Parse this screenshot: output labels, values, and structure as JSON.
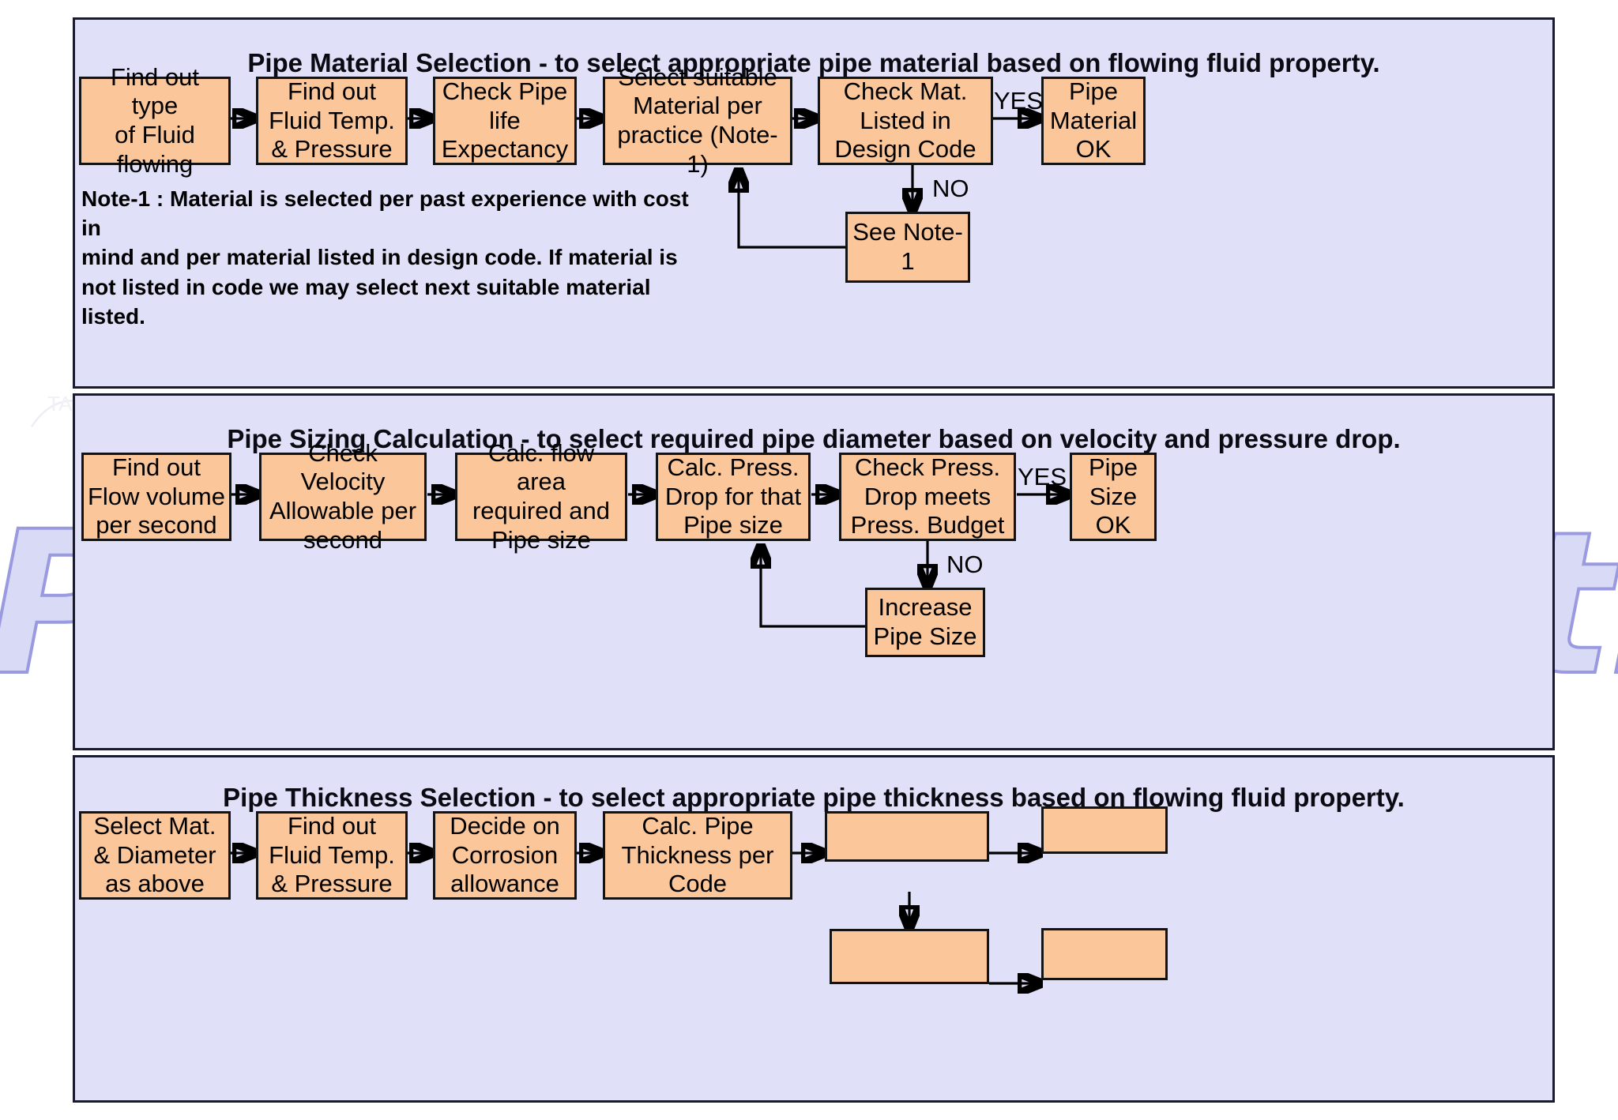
{
  "watermark": {
    "text": "Piping Calculations"
  },
  "panels": [
    {
      "id": "material",
      "title": "Pipe Material Selection - to select appropriate pipe material based on flowing fluid property.",
      "boxes": [
        {
          "name": "find-fluid-type",
          "label": "Find out type\nof Fluid\nflowing"
        },
        {
          "name": "find-fluid-temp",
          "label": "Find out\nFluid Temp.\n& Pressure"
        },
        {
          "name": "check-pipe-life",
          "label": "Check Pipe\nlife\nExpectancy"
        },
        {
          "name": "select-material",
          "label": "Select suitable\nMaterial per\npractice (Note-1)"
        },
        {
          "name": "check-mat-listed",
          "label": "Check Mat.\nListed in\nDesign Code"
        },
        {
          "name": "pipe-material-ok",
          "label": "Pipe\nMaterial\nOK"
        },
        {
          "name": "see-note-1",
          "label": "See Note-\n1"
        }
      ],
      "edge_labels": {
        "yes": "YES",
        "no": "NO"
      },
      "note": "Note-1 : Material is selected per past experience with cost in\n        mind and per material listed in design code. If material is\n        not listed in code we may select next suitable material\n        listed."
    },
    {
      "id": "sizing",
      "title": "Pipe Sizing Calculation - to select required pipe diameter based on velocity and pressure drop.",
      "boxes": [
        {
          "name": "find-flow-volume",
          "label": "Find out\nFlow volume\nper second"
        },
        {
          "name": "check-velocity",
          "label": "Check Velocity\nAllowable per\nsecond"
        },
        {
          "name": "calc-flow-area",
          "label": "Calc. flow area\nrequired and\nPipe size"
        },
        {
          "name": "calc-press-drop",
          "label": "Calc. Press.\nDrop for that\nPipe size"
        },
        {
          "name": "check-press-budget",
          "label": "Check Press.\nDrop meets\nPress. Budget"
        },
        {
          "name": "pipe-size-ok",
          "label": "Pipe\nSize\nOK"
        },
        {
          "name": "increase-pipe-size",
          "label": "Increase\nPipe Size"
        }
      ],
      "edge_labels": {
        "yes": "YES",
        "no": "NO"
      }
    },
    {
      "id": "thickness",
      "title": "Pipe Thickness Selection - to select appropriate pipe thickness based on flowing fluid property.",
      "boxes": [
        {
          "name": "select-mat-diameter",
          "label": "Select Mat.\n& Diameter\nas above"
        },
        {
          "name": "find-fluid-temp-2",
          "label": "Find out\nFluid Temp.\n& Pressure"
        },
        {
          "name": "decide-corrosion",
          "label": "Decide  on\nCorrosion\nallowance"
        },
        {
          "name": "calc-pipe-thickness",
          "label": "Calc. Pipe\nThickness per\nCode"
        },
        {
          "name": "blank-box-1",
          "label": ""
        },
        {
          "name": "blank-box-2",
          "label": ""
        },
        {
          "name": "blank-box-3",
          "label": ""
        },
        {
          "name": "blank-box-4",
          "label": ""
        }
      ],
      "edge_labels": {}
    }
  ],
  "colors": {
    "panel_background": "#e0e0f8",
    "box_fill": "#fac69a",
    "box_border": "#131313",
    "panel_border": "#1a1a2e",
    "watermark_fill": "#d9daf5",
    "watermark_stroke": "#9a9ae0",
    "text": "#000000"
  }
}
